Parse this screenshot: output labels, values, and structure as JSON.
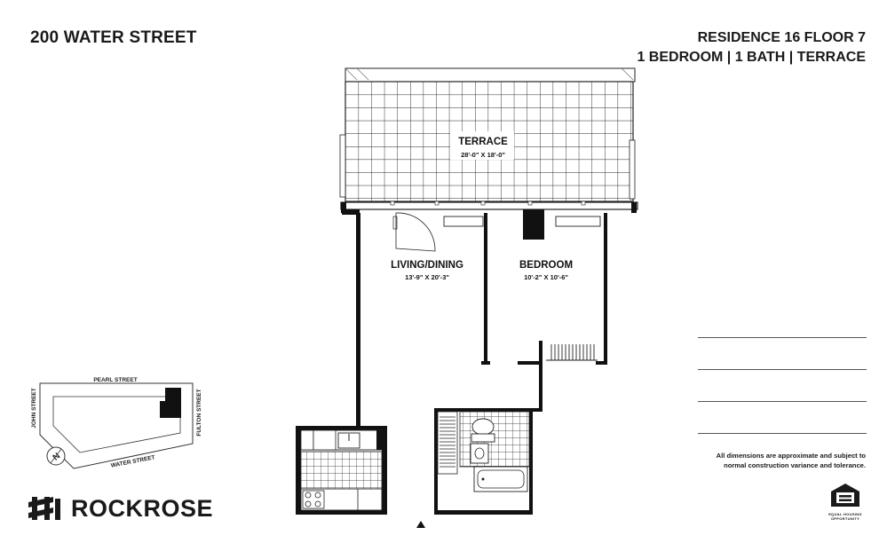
{
  "header": {
    "building": "200 WATER STREET",
    "residence": "RESIDENCE 16 FLOOR 7",
    "layout": "1 BEDROOM | 1 BATH | TERRACE"
  },
  "rooms": {
    "terrace": {
      "name": "TERRACE",
      "dims": "28'-0\" X 18'-0\""
    },
    "living": {
      "name": "LIVING/DINING",
      "dims": "13'-9\" X 20'-3\""
    },
    "bedroom": {
      "name": "BEDROOM",
      "dims": "10'-2\" X 10'-6\""
    }
  },
  "site_map": {
    "north": "PEARL STREET",
    "south": "WATER STREET",
    "west": "JOHN STREET",
    "east": "FULTON STREET",
    "compass": "N"
  },
  "disclaimer": {
    "line1": "All dimensions are approximate and subject to",
    "line2": "normal construction variance and tolerance."
  },
  "logo": {
    "text": "ROCKROSE",
    "icon": "rockrose-logo-icon"
  },
  "equal_housing": {
    "line1": "EQUAL HOUSING",
    "line2": "OPPORTUNITY",
    "icon": "equal-housing-icon"
  },
  "colors": {
    "ink": "#1a1a1a",
    "background": "#ffffff"
  }
}
